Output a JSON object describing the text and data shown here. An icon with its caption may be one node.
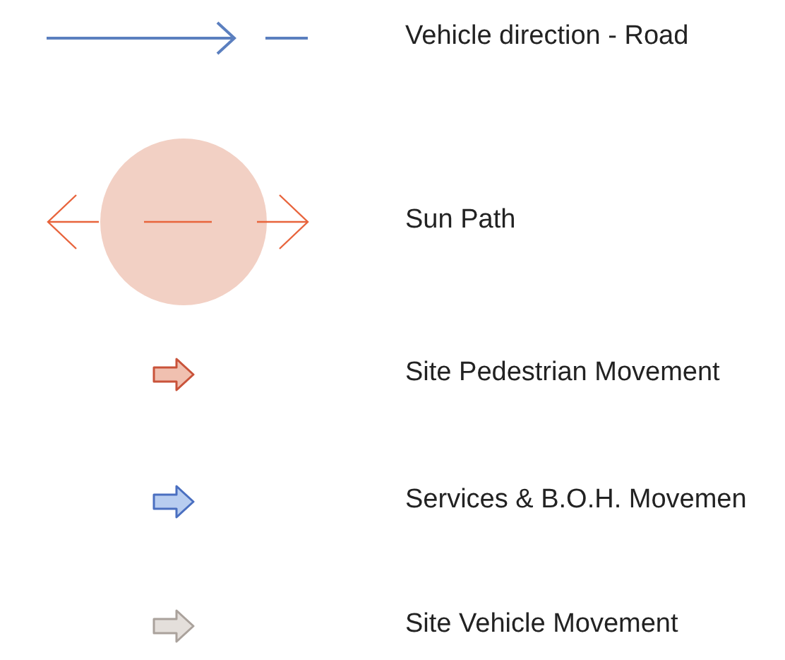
{
  "diagram": {
    "legend": [
      {
        "text": "Vehicle direction - Road"
      },
      {
        "text": "Sun Path"
      },
      {
        "text": "Site Pedestrian Movement"
      },
      {
        "text": "Services & B.O.H. Movemen"
      },
      {
        "text": "Site Vehicle Movement"
      }
    ]
  }
}
